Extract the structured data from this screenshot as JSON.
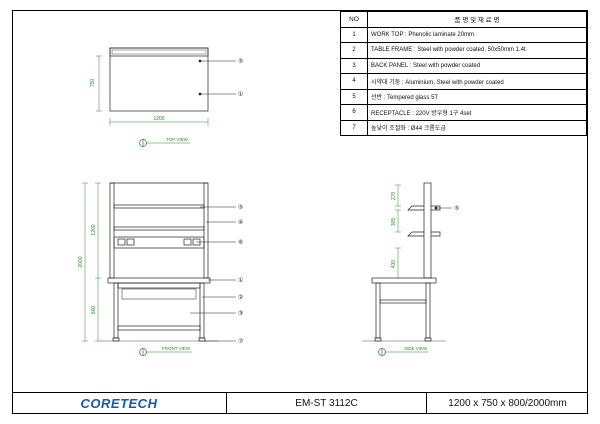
{
  "spec_table": {
    "headers": [
      "NO",
      "품 명  및  재 료 명"
    ],
    "rows": [
      {
        "no": "1",
        "text": "WORK TOP : Phenolic laminate 20mm"
      },
      {
        "no": "2",
        "text": "TABLE FRAME : Steel with powder coated, 50x50mm 1.4t"
      },
      {
        "no": "3",
        "text": "BACK PANEL : Steel with powder coated"
      },
      {
        "no": "4",
        "text": "시약대 기둥 : Aluminium, Steel with powder coated"
      },
      {
        "no": "5",
        "text": "선반 : Tempered glass 5T"
      },
      {
        "no": "6",
        "text": "RECEPTACLE : 220V 방우형 1구 4set"
      },
      {
        "no": "7",
        "text": "높낮이 조절좌 : Ø44 크롬도금"
      }
    ]
  },
  "top_view": {
    "title": "TOP VIEW",
    "width_dim": "1200",
    "depth_dim": "750"
  },
  "front_view": {
    "title": "FRONT VIEW",
    "total_height_dim": "2000",
    "upper_dim": "1200",
    "lower_dim": "800"
  },
  "side_view": {
    "title": "SIDE VIEW",
    "dim_top": "270",
    "dim_mid": "305",
    "dim_low": "430"
  },
  "callouts": {
    "c1": "①",
    "c2": "②",
    "c3": "③",
    "c4": "④",
    "c5": "⑤",
    "c6": "⑥",
    "c7": "⑦"
  },
  "title_block": {
    "company": "CORETECH",
    "model": "EM-ST 3112C",
    "size": "1200 x 750 x 800/2000mm"
  },
  "colors": {
    "dimension": "#2a8a2a",
    "logo": "#1a58a8"
  }
}
